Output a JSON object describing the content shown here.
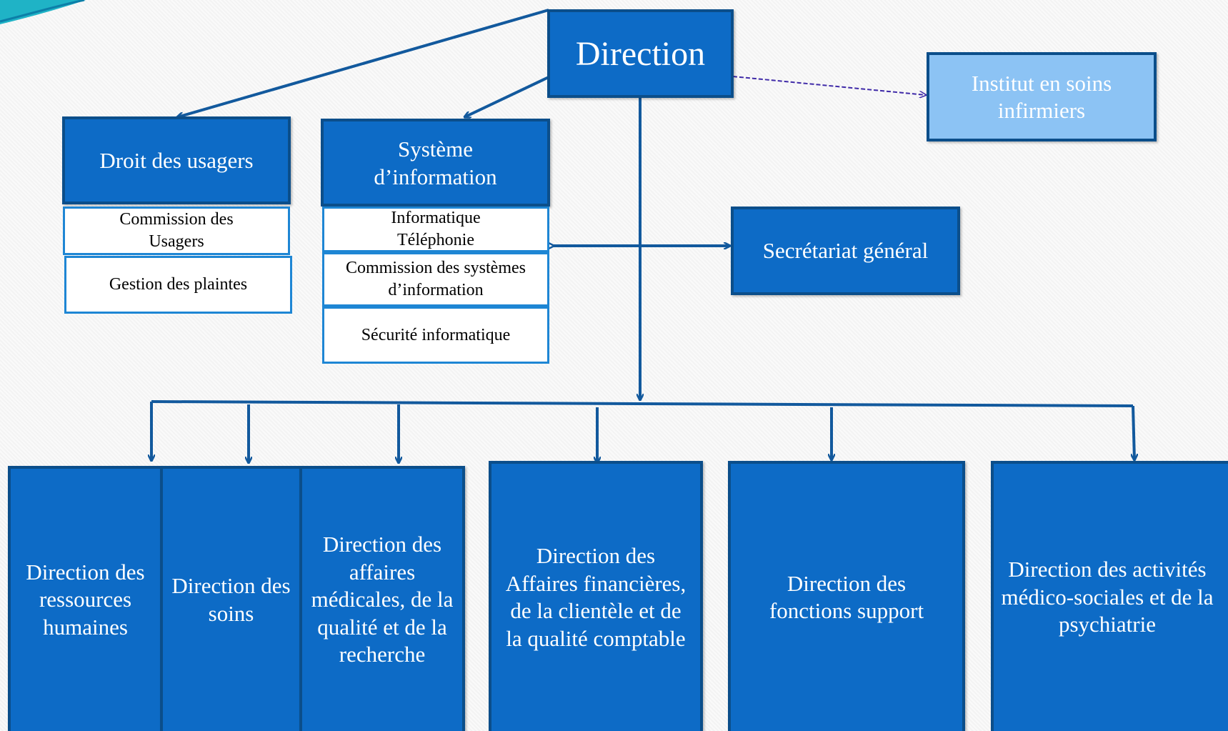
{
  "colors": {
    "box_fill": "#0d6bc6",
    "box_border": "#0b4e8a",
    "light_box_fill": "#8cc3f4",
    "sub_box_border": "#1e86d4",
    "connector": "#12599d",
    "dashed_connector": "#3f2aa8"
  },
  "direction": {
    "label": "Direction"
  },
  "institut": {
    "label": "Institut en soins infirmiers"
  },
  "droit_usagers": {
    "label": "Droit des usagers",
    "items": [
      "Commission des Usagers",
      "Gestion des plaintes"
    ]
  },
  "systeme_information": {
    "label": "Système d’information",
    "items": [
      "Informatique Téléphonie",
      "Commission des systèmes d’information",
      "Sécurité informatique"
    ]
  },
  "secretariat": {
    "label": "Secrétariat général"
  },
  "directions": [
    {
      "label": "Direction des ressources humaines"
    },
    {
      "label": "Direction des soins"
    },
    {
      "label": "Direction des affaires médicales, de la qualité et de la recherche"
    },
    {
      "label": "Direction des Affaires financières, de la clientèle et de la qualité comptable"
    },
    {
      "label": "Direction des fonctions support"
    },
    {
      "label": "Direction des activités médico-sociales et de la psychiatrie"
    }
  ]
}
